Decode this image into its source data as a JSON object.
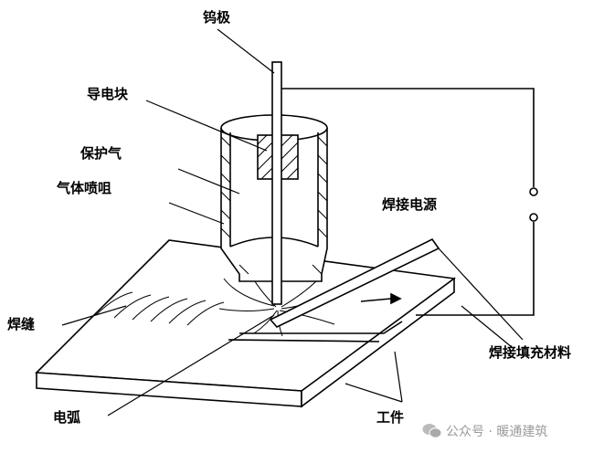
{
  "labels": {
    "electrode": "钨极",
    "contact_block": "导电块",
    "shield_gas": "保护气",
    "gas_nozzle": "气体喷咀",
    "power_source": "焊接电源",
    "weld_seam": "焊缝",
    "filler_material": "焊接填充材料",
    "arc": "电弧",
    "workpiece": "工件"
  },
  "watermark": "公众号 · 暖通建筑"
}
